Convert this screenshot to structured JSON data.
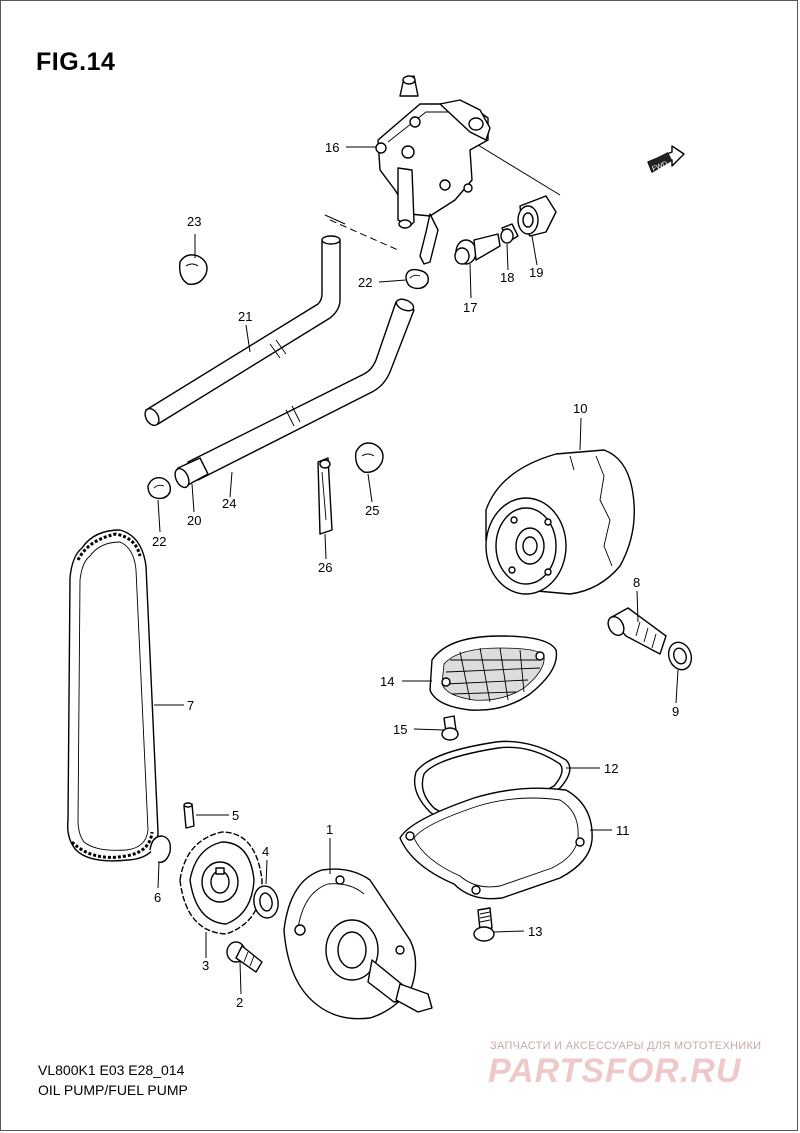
{
  "figure": {
    "title": "FIG.14",
    "model_code": "VL800K1 E03 E28_014",
    "caption": "OIL PUMP/FUEL PUMP",
    "fwd_label": "FWD"
  },
  "watermark": {
    "tagline": "ЗАПЧАСТИ И АКСЕССУАРЫ ДЛЯ МОТОТЕХНИКИ",
    "logo_text": "PARTSFOR.RU"
  },
  "callouts": [
    {
      "id": "c1",
      "label": "1"
    },
    {
      "id": "c2",
      "label": "2"
    },
    {
      "id": "c3",
      "label": "3"
    },
    {
      "id": "c4",
      "label": "4"
    },
    {
      "id": "c5",
      "label": "5"
    },
    {
      "id": "c6",
      "label": "6"
    },
    {
      "id": "c7",
      "label": "7"
    },
    {
      "id": "c8",
      "label": "8"
    },
    {
      "id": "c9",
      "label": "9"
    },
    {
      "id": "c10",
      "label": "10"
    },
    {
      "id": "c11",
      "label": "11"
    },
    {
      "id": "c12",
      "label": "12"
    },
    {
      "id": "c13",
      "label": "13"
    },
    {
      "id": "c14",
      "label": "14"
    },
    {
      "id": "c15",
      "label": "15"
    },
    {
      "id": "c16",
      "label": "16"
    },
    {
      "id": "c17",
      "label": "17"
    },
    {
      "id": "c18",
      "label": "18"
    },
    {
      "id": "c19",
      "label": "19"
    },
    {
      "id": "c20",
      "label": "20"
    },
    {
      "id": "c21",
      "label": "21"
    },
    {
      "id": "c22a",
      "label": "22"
    },
    {
      "id": "c22b",
      "label": "22"
    },
    {
      "id": "c23",
      "label": "23"
    },
    {
      "id": "c24",
      "label": "24"
    },
    {
      "id": "c25",
      "label": "25"
    },
    {
      "id": "c26",
      "label": "26"
    }
  ]
}
